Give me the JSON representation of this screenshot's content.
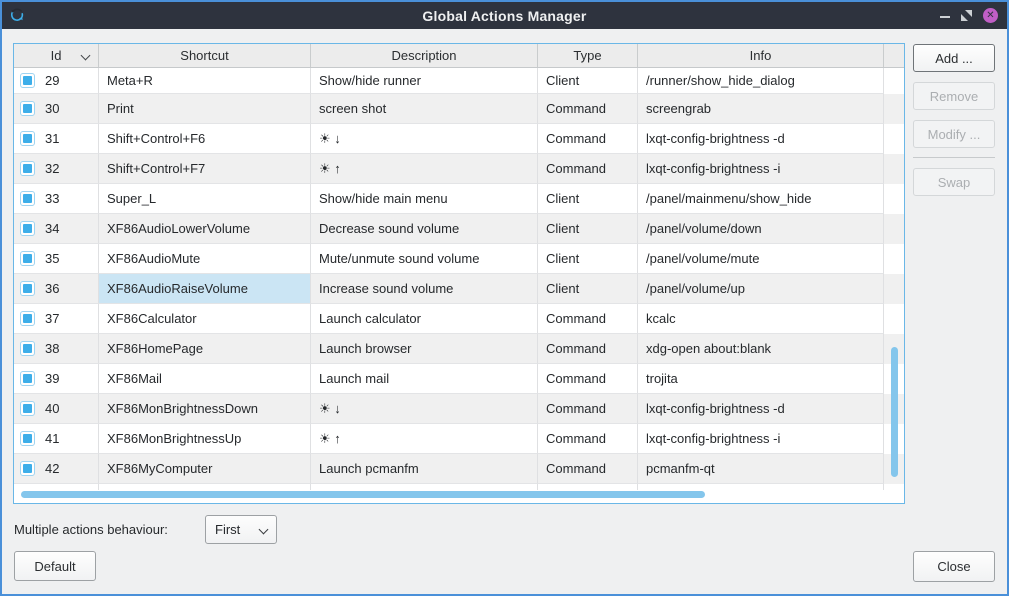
{
  "window": {
    "title": "Global Actions Manager"
  },
  "table": {
    "columns": [
      "Id",
      "Shortcut",
      "Description",
      "Type",
      "Info"
    ],
    "sorted_column": "Id",
    "selected_cell": {
      "row_id": "36",
      "column": "shortcut"
    },
    "rows": [
      {
        "id": "29",
        "checked": true,
        "shortcut": "Meta+R",
        "description": "Show/hide runner",
        "type": "Client",
        "info": "/runner/show_hide_dialog"
      },
      {
        "id": "30",
        "checked": true,
        "shortcut": "Print",
        "description": "screen shot",
        "type": "Command",
        "info": "screengrab"
      },
      {
        "id": "31",
        "checked": true,
        "shortcut": "Shift+Control+F6",
        "description": "☀ ↓",
        "type": "Command",
        "info": "lxqt-config-brightness -d"
      },
      {
        "id": "32",
        "checked": true,
        "shortcut": "Shift+Control+F7",
        "description": "☀ ↑",
        "type": "Command",
        "info": "lxqt-config-brightness -i"
      },
      {
        "id": "33",
        "checked": true,
        "shortcut": "Super_L",
        "description": "Show/hide main menu",
        "type": "Client",
        "info": "/panel/mainmenu/show_hide"
      },
      {
        "id": "34",
        "checked": true,
        "shortcut": "XF86AudioLowerVolume",
        "description": "Decrease sound volume",
        "type": "Client",
        "info": "/panel/volume/down"
      },
      {
        "id": "35",
        "checked": true,
        "shortcut": "XF86AudioMute",
        "description": "Mute/unmute sound volume",
        "type": "Client",
        "info": "/panel/volume/mute"
      },
      {
        "id": "36",
        "checked": true,
        "shortcut": "XF86AudioRaiseVolume",
        "description": "Increase sound volume",
        "type": "Client",
        "info": "/panel/volume/up"
      },
      {
        "id": "37",
        "checked": true,
        "shortcut": "XF86Calculator",
        "description": "Launch calculator",
        "type": "Command",
        "info": "kcalc"
      },
      {
        "id": "38",
        "checked": true,
        "shortcut": "XF86HomePage",
        "description": "Launch browser",
        "type": "Command",
        "info": "xdg-open about:blank"
      },
      {
        "id": "39",
        "checked": true,
        "shortcut": "XF86Mail",
        "description": "Launch mail",
        "type": "Command",
        "info": "trojita"
      },
      {
        "id": "40",
        "checked": true,
        "shortcut": "XF86MonBrightnessDown",
        "description": "☀ ↓",
        "type": "Command",
        "info": "lxqt-config-brightness -d"
      },
      {
        "id": "41",
        "checked": true,
        "shortcut": "XF86MonBrightnessUp",
        "description": "☀ ↑",
        "type": "Command",
        "info": "lxqt-config-brightness -i"
      },
      {
        "id": "42",
        "checked": true,
        "shortcut": "XF86MyComputer",
        "description": "Launch pcmanfm",
        "type": "Command",
        "info": "pcmanfm-qt"
      }
    ]
  },
  "actions": {
    "add": "Add ...",
    "remove": "Remove",
    "modify": "Modify ...",
    "swap": "Swap"
  },
  "footer": {
    "behaviour_label": "Multiple actions behaviour:",
    "behaviour_value": "First",
    "default_label": "Default",
    "close_label": "Close"
  },
  "colors": {
    "accent_blue": "#3daee9",
    "window_border": "#4a90d9",
    "titlebar_bg": "#2e333e",
    "close_button": "#c05ec6",
    "scrollbar_thumb": "#84c6ec",
    "selected_cell_bg": "#cbe5f4",
    "alt_row_bg": "#f0f0f0"
  }
}
